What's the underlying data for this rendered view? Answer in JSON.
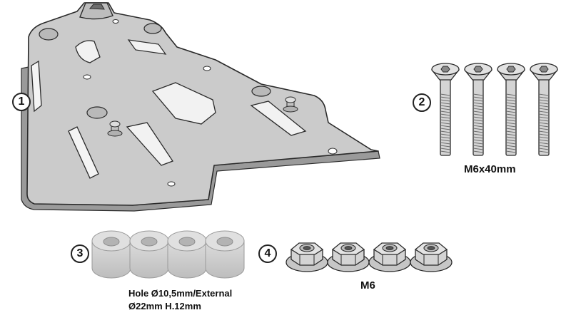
{
  "parts": [
    {
      "number": "1",
      "caption": ""
    },
    {
      "number": "2",
      "caption": "M6x40mm",
      "count": 4
    },
    {
      "number": "3",
      "caption_line1": "Hole Ø10,5mm/External",
      "caption_line2": "Ø22mm H.12mm",
      "count": 4
    },
    {
      "number": "4",
      "caption": "M6",
      "count": 4
    }
  ],
  "colors": {
    "plate_fill": "#c9c9c9",
    "plate_shadow": "#8f8f8f",
    "outline": "#2a2a2a",
    "part_fill": "#d4d4d4",
    "part_dark": "#a9a9a9"
  }
}
